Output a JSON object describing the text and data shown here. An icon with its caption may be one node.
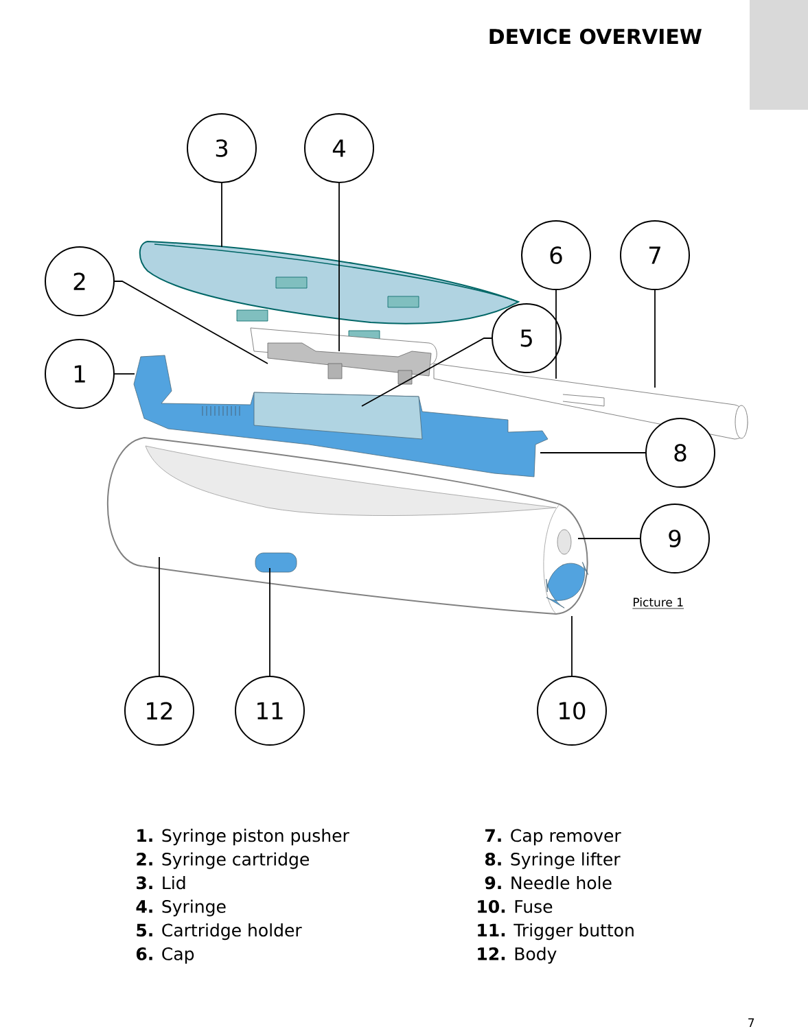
{
  "diagram": {
    "title": "DEVICE OVERVIEW",
    "nodes": [
      {
        "text": [
          "1"
        ]
      },
      {
        "text": [
          "2"
        ]
      },
      {
        "text": [
          "3"
        ]
      },
      {
        "text": [
          "4"
        ]
      },
      {
        "text": [
          "5"
        ]
      },
      {
        "text": [
          "6"
        ]
      },
      {
        "text": [
          "7"
        ]
      },
      {
        "text": [
          "8"
        ]
      },
      {
        "text": [
          "9"
        ]
      },
      {
        "text": [
          "10"
        ]
      },
      {
        "text": [
          "11"
        ]
      },
      {
        "text": [
          "12"
        ]
      }
    ],
    "edges": [
      {
        "from": 0,
        "to": null,
        "arrow": "none"
      },
      {
        "from": 1,
        "to": null,
        "arrow": "none"
      },
      {
        "from": 2,
        "to": null,
        "arrow": "none"
      },
      {
        "from": 3,
        "to": null,
        "arrow": "none"
      },
      {
        "from": 4,
        "to": null,
        "arrow": "none"
      },
      {
        "from": 5,
        "to": null,
        "arrow": "none"
      },
      {
        "from": 6,
        "to": null,
        "arrow": "none"
      },
      {
        "from": 7,
        "to": null,
        "arrow": "none"
      },
      {
        "from": 8,
        "to": null,
        "arrow": "none"
      },
      {
        "from": 9,
        "to": null,
        "arrow": "none"
      },
      {
        "from": 10,
        "to": null,
        "arrow": "none"
      },
      {
        "from": 11,
        "to": null,
        "arrow": "none"
      }
    ],
    "labels": [
      "**1.** Syringe piston pusher",
      "**2.** Syringe cartridge",
      "**3.** Lid",
      "**4.** Syringe",
      "**5.** Cartridge holder",
      "**6.** Cap",
      "**7.** Cap remover",
      "**8.** Syringe lifter",
      "**9.** Needle hole",
      "**10.** Fuse",
      "**11.** Trigger button",
      "**12.** Body",
      "Picture 1",
      "7"
    ]
  }
}
